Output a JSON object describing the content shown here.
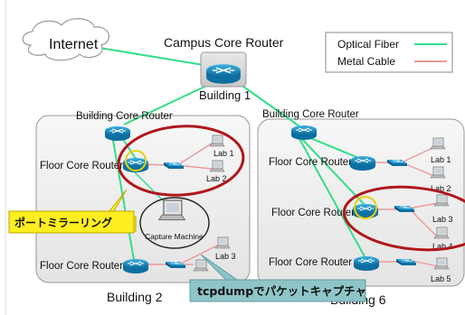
{
  "internet_label": "Internet",
  "campus_core_label": "Campus Core Router",
  "building1_label": "Building 1",
  "building2": {
    "name": "Building 2",
    "core_label": "Building Core Router",
    "floor_labels": [
      "Floor Core Router",
      "Floor Core Router"
    ],
    "labs": [
      "Lab 1",
      "Lab 2",
      "Lab 3"
    ],
    "capture_machine": "Capture Machine"
  },
  "building6": {
    "name": "Building 6",
    "core_label": "Building Core Router",
    "floor_labels": [
      "Floor Core Router",
      "Floor Core Router",
      "Floor Core Router"
    ],
    "labs": [
      "Lab 1",
      "Lab 2",
      "Lab 3",
      "Lab 4",
      "Lab 5"
    ]
  },
  "legend": {
    "items": [
      {
        "label": "Optical Fiber",
        "color": "#33dd88"
      },
      {
        "label": "Metal Cable",
        "color": "#ee9999"
      }
    ]
  },
  "callouts": {
    "mirroring": "ポートミラーリング",
    "tcpdump": "tcpdumpでパケットキャプチャ"
  },
  "colors": {
    "router": "#1a8fc4",
    "highlight_ellipse": "#b0161b",
    "mirror_callout_bg": "#ffee22",
    "tcpdump_callout_bg": "#8fc5c8"
  }
}
